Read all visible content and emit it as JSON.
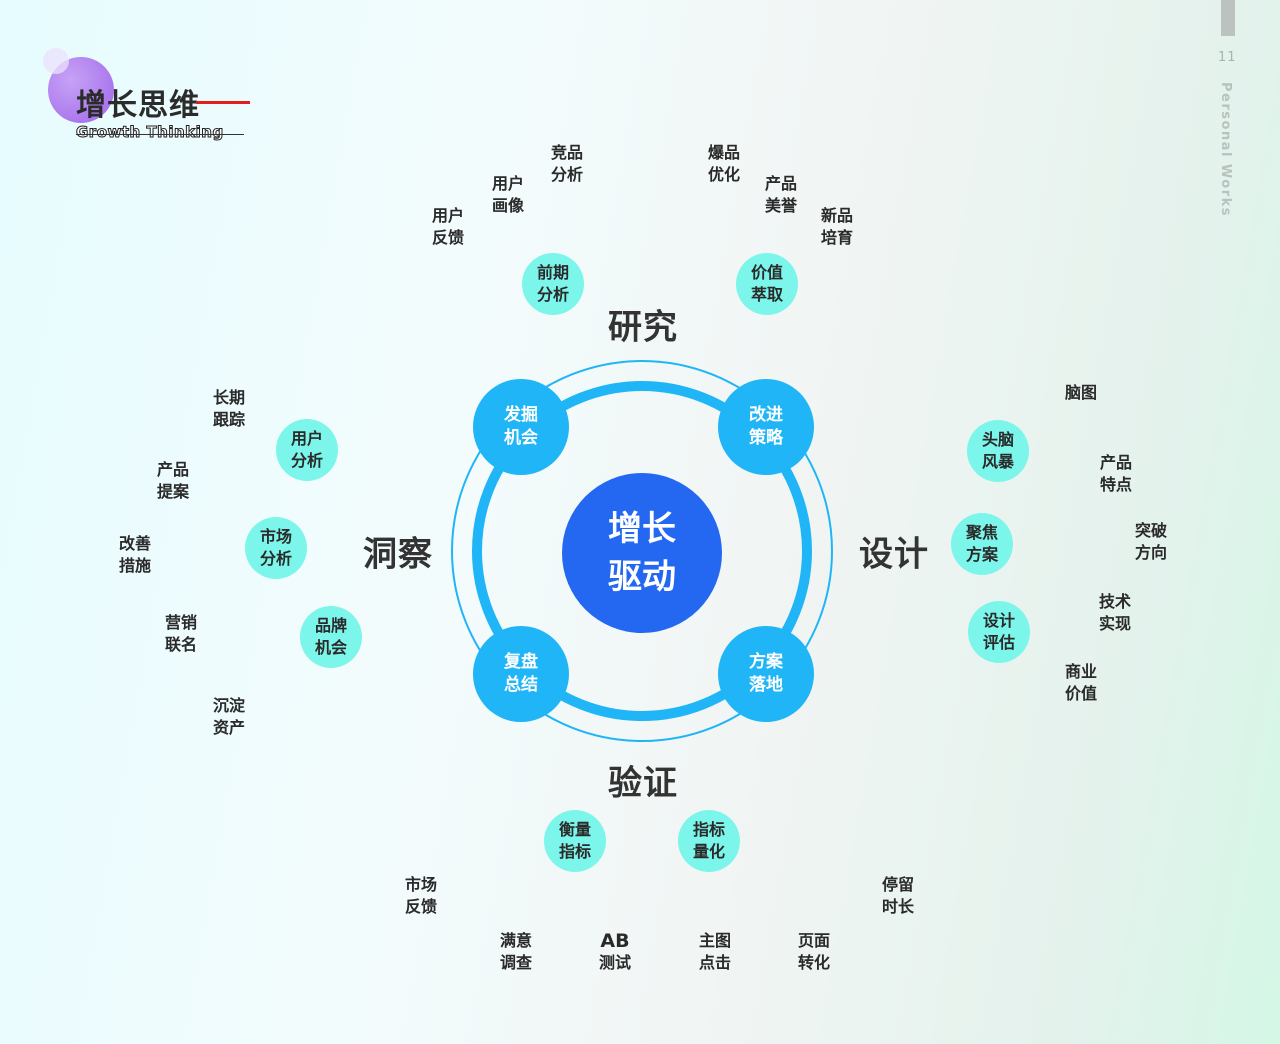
{
  "header": {
    "title_cn": "增长思维",
    "title_en": "Growth Thinking"
  },
  "side": {
    "page_number": "11",
    "label": "Personal Works"
  },
  "colors": {
    "center": "#2468F2",
    "ring": "#1FB5F6",
    "teal": "#7CF6EB",
    "strike": "#E41D1D",
    "text": "#2A2A2A"
  },
  "center": {
    "line1": "增长",
    "line2": "驱动"
  },
  "ring_nodes": [
    {
      "line1": "发掘",
      "line2": "机会"
    },
    {
      "line1": "改进",
      "line2": "策略"
    },
    {
      "line1": "复盘",
      "line2": "总结"
    },
    {
      "line1": "方案",
      "line2": "落地"
    }
  ],
  "stages": {
    "research": "研究",
    "insight": "洞察",
    "design": "设计",
    "verify": "验证"
  },
  "research": {
    "teal": [
      {
        "line1": "前期",
        "line2": "分析"
      },
      {
        "line1": "价值",
        "line2": "萃取"
      }
    ],
    "leaves": [
      {
        "line1": "用户",
        "line2": "反馈"
      },
      {
        "line1": "用户",
        "line2": "画像"
      },
      {
        "line1": "竞品",
        "line2": "分析"
      },
      {
        "line1": "爆品",
        "line2": "优化"
      },
      {
        "line1": "产品",
        "line2": "美誉"
      },
      {
        "line1": "新品",
        "line2": "培育"
      }
    ]
  },
  "insight": {
    "teal": [
      {
        "line1": "用户",
        "line2": "分析"
      },
      {
        "line1": "市场",
        "line2": "分析"
      },
      {
        "line1": "品牌",
        "line2": "机会"
      }
    ],
    "leaves": [
      {
        "line1": "长期",
        "line2": "跟踪"
      },
      {
        "line1": "产品",
        "line2": "提案"
      },
      {
        "line1": "改善",
        "line2": "措施"
      },
      {
        "line1": "营销",
        "line2": "联名"
      },
      {
        "line1": "沉淀",
        "line2": "资产"
      }
    ]
  },
  "design": {
    "teal": [
      {
        "line1": "头脑",
        "line2": "风暴"
      },
      {
        "line1": "聚焦",
        "line2": "方案"
      },
      {
        "line1": "设计",
        "line2": "评估"
      }
    ],
    "leaves": [
      {
        "line1": "脑图",
        "line2": ""
      },
      {
        "line1": "产品",
        "line2": "特点"
      },
      {
        "line1": "突破",
        "line2": "方向"
      },
      {
        "line1": "技术",
        "line2": "实现"
      },
      {
        "line1": "商业",
        "line2": "价值"
      }
    ]
  },
  "verify": {
    "teal": [
      {
        "line1": "衡量",
        "line2": "指标"
      },
      {
        "line1": "指标",
        "line2": "量化"
      }
    ],
    "leaves": [
      {
        "line1": "市场",
        "line2": "反馈"
      },
      {
        "line1": "满意",
        "line2": "调查"
      },
      {
        "line1": "AB",
        "line2": "测试"
      },
      {
        "line1": "主图",
        "line2": "点击"
      },
      {
        "line1": "页面",
        "line2": "转化"
      },
      {
        "line1": "停留",
        "line2": "时长"
      }
    ]
  }
}
